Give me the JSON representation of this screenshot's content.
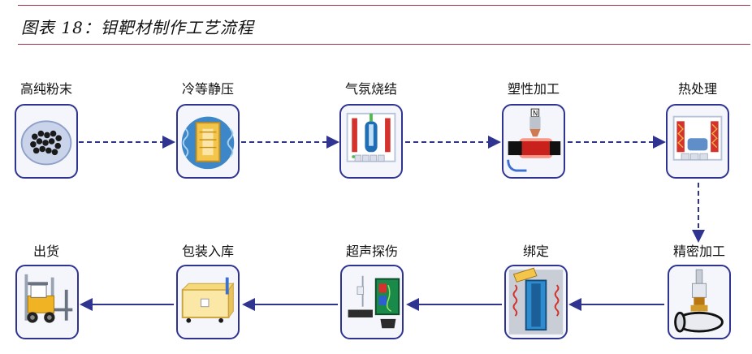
{
  "figure": {
    "title": "图表 18：钼靶材制作工艺流程"
  },
  "steps": [
    {
      "label": "高纯粉末",
      "icon": "powder-icon"
    },
    {
      "label": "冷等静压",
      "icon": "press-icon"
    },
    {
      "label": "气氛烧结",
      "icon": "furnace-icon"
    },
    {
      "label": "塑性加工",
      "icon": "forging-icon"
    },
    {
      "label": "热处理",
      "icon": "heat-treatment-icon"
    },
    {
      "label": "精密加工",
      "icon": "lathe-icon"
    },
    {
      "label": "绑定",
      "icon": "bonding-icon"
    },
    {
      "label": "超声探伤",
      "icon": "ultrasonic-icon"
    },
    {
      "label": "包装入库",
      "icon": "packing-icon"
    },
    {
      "label": "出货",
      "icon": "forklift-icon"
    }
  ],
  "colors": {
    "border": "#2f3490",
    "arrow": "#2f3490",
    "title_rule": "#a0304a"
  }
}
